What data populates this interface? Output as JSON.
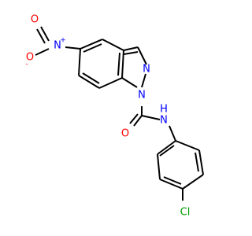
{
  "molecule": {
    "atoms": {
      "nitro_n": {
        "symbol": "N",
        "charge": "+",
        "color": "#0000ff"
      },
      "nitro_o_minus": {
        "symbol": "O",
        "charge": "-",
        "color": "#ff0000"
      },
      "nitro_o_double": {
        "symbol": "O",
        "color": "#ff0000"
      },
      "indazole_n2": {
        "symbol": "N",
        "color": "#0000ff"
      },
      "indazole_n1": {
        "symbol": "N",
        "color": "#0000ff"
      },
      "amide_nh": {
        "symbol": "N",
        "h": "H",
        "color": "#0000ff"
      },
      "carbonyl_o": {
        "symbol": "O",
        "color": "#ff0000"
      },
      "chlorine": {
        "symbol": "Cl",
        "color": "#00a000"
      }
    },
    "bond_color": "#000000"
  }
}
